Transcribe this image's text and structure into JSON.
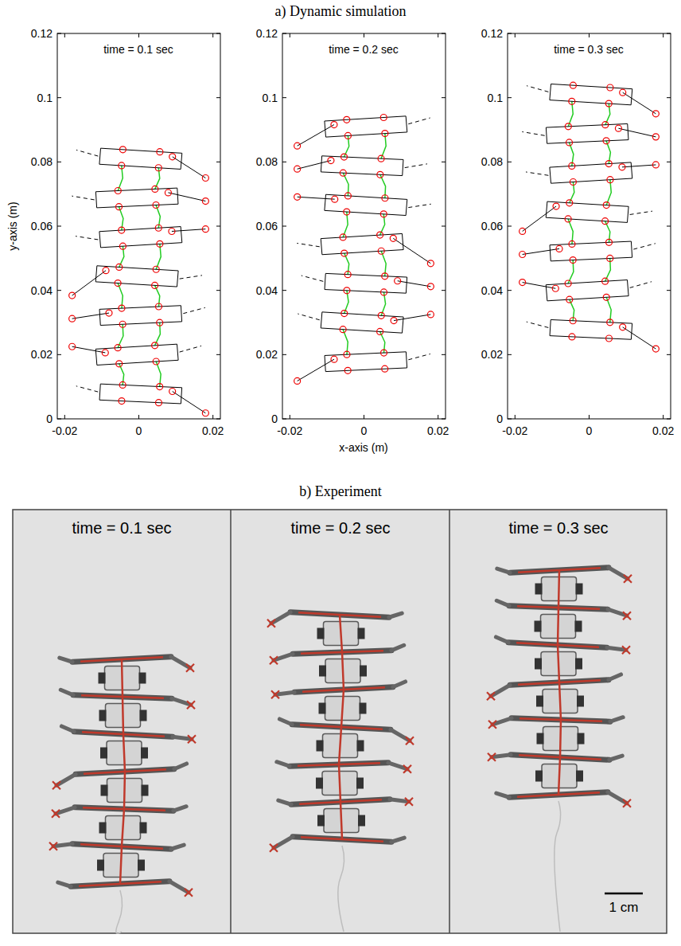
{
  "diagram": {
    "labels": [
      "a) Dynamic simulation",
      "0.12",
      "0.1",
      "0.08",
      "0.06",
      "0.04",
      "0.02",
      "0",
      "-0.02",
      "0",
      "0.02",
      "time = 0.1 sec",
      "0.12",
      "0.1",
      "0.08",
      "0.06",
      "0.04",
      "0.02",
      "0",
      "-0.02",
      "0",
      "0.02",
      "time = 0.2 sec",
      "0.12",
      "0.1",
      "0.08",
      "0.06",
      "0.04",
      "0.02",
      "0",
      "-0.02",
      "0",
      "0.02",
      "time = 0.3 sec",
      "y-axis (m)",
      "x-axis (m)",
      "b) Experiment",
      "time = 0.1 sec",
      "time = 0.2 sec",
      "time = 0.3 sec",
      "1 cm"
    ]
  }
}
